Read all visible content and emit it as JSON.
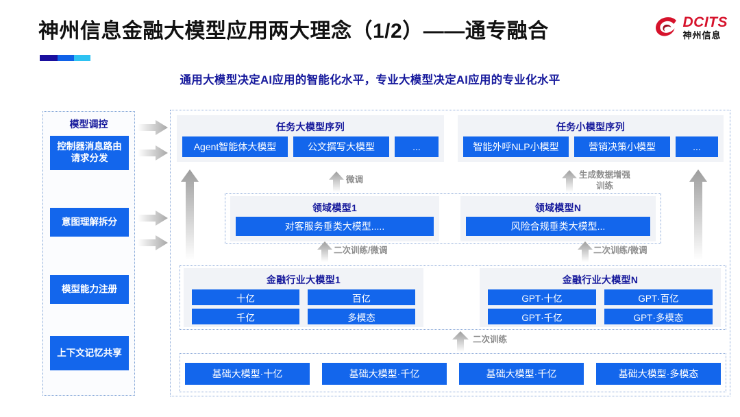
{
  "header": {
    "title": "神州信息金融大模型应用两大理念（1/2）——通专融合",
    "subtitle": "通用大模型决定AI应用的智能化水平，专业大模型决定AI应用的专业化水平",
    "accent_colors": [
      "#1a0f9e",
      "#1062e8",
      "#2ec2f2"
    ],
    "title_color": "#111111",
    "subtitle_color": "#16199c"
  },
  "logo": {
    "mark_name": "dcits-swirl-logo",
    "english": "DCITS",
    "chinese": "神州信息",
    "brand_color": "#d6122b"
  },
  "sidebar": {
    "title": "模型调控",
    "items": [
      {
        "label": "控制器消息路由请求分发"
      },
      {
        "label": "意图理解拆分"
      },
      {
        "label": "模型能力注册"
      },
      {
        "label": "上下文记忆共享"
      }
    ],
    "arrows": [
      "arrow-right-1",
      "arrow-right-2",
      "arrow-right-3",
      "arrow-right-4"
    ]
  },
  "theme": {
    "box_blue": "#1366ec",
    "panel_gray": "#f1f3f7",
    "dotted_border": "#8aa8d8",
    "arrow_gray": "#b9b9b9",
    "heading_blue": "#16199c"
  },
  "layers": {
    "task_large": {
      "title": "任务大模型序列",
      "boxes": [
        "Agent智能体大模型",
        "公文撰写大模型",
        "..."
      ]
    },
    "task_small": {
      "title": "任务小模型序列",
      "boxes": [
        "智能外呼NLP小模型",
        "营销决策小模型",
        "..."
      ]
    },
    "domain_1": {
      "title": "领域模型1",
      "box": "对客服务垂类大模型....."
    },
    "domain_n": {
      "title": "领域模型N",
      "box": "风险合规垂类大模型..."
    },
    "finance_1": {
      "title": "金融行业大模型1",
      "boxes": [
        "十亿",
        "百亿",
        "千亿",
        "多模态"
      ]
    },
    "finance_n": {
      "title": "金融行业大模型N",
      "boxes": [
        "GPT·十亿",
        "GPT·百亿",
        "GPT·千亿",
        "GPT·多模态"
      ]
    },
    "base": {
      "boxes": [
        "基础大模型·十亿",
        "基础大模型·千亿",
        "基础大模型·千亿",
        "基础大模型·多模态"
      ]
    }
  },
  "flow_labels": {
    "fine_tune_left": "微调",
    "data_aug_right": "生成数据增强\n训练",
    "data_aug_right_line1": "生成数据增强",
    "data_aug_right_line2": "训练",
    "secondary_left": "二次训练/微调",
    "secondary_right": "二次训练/微调",
    "secondary_base": "二次训练"
  }
}
